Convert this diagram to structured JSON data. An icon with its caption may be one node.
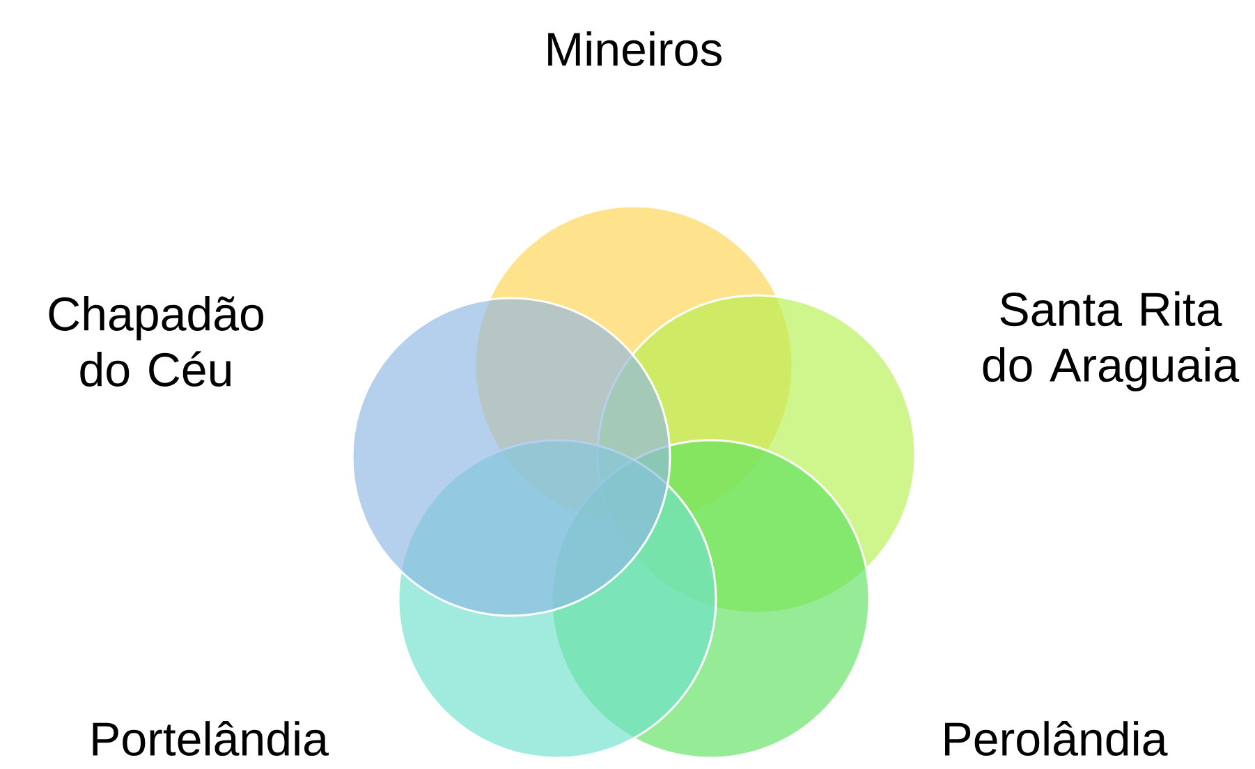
{
  "diagram": {
    "nodes": [
      {
        "text": [
          "Mineiros"
        ]
      },
      {
        "text": [
          "Chapadão do Céu"
        ]
      },
      {
        "text": [
          "Santa Rita do Araguaia"
        ]
      },
      {
        "text": [
          "Portelândia"
        ]
      },
      {
        "text": [
          "Perolândia"
        ]
      }
    ]
  }
}
